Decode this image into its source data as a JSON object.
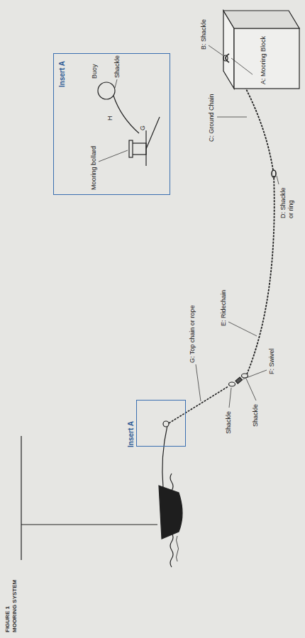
{
  "diagram": {
    "title": "FIGURE 1",
    "caption": "MOORING SYSTEM",
    "nodes": [
      {
        "text": [
          "Insert A"
        ]
      },
      {
        "text": [
          "Insert A"
        ]
      }
    ],
    "labels": [
      "Mooring bollard",
      "Buoy",
      "Shackle",
      "H",
      "G",
      "G: Top chain or rope",
      "E: Ridechain",
      "Shackle",
      "Shackle",
      "F: Swivel",
      "D: Shackle or ring",
      "C: Ground Chain",
      "B: Shackle",
      "A: Mooring Block"
    ]
  }
}
